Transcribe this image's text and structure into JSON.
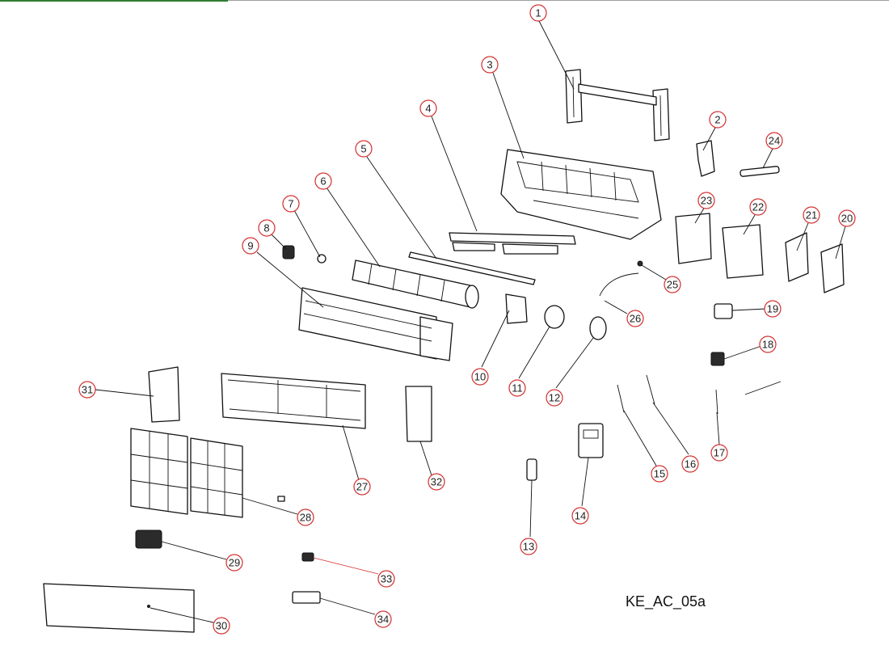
{
  "drawing_code": "KE_AC_05a",
  "colors": {
    "callout_ring": "#d32f2f",
    "line": "#111111",
    "top_accent": "#2e7d32"
  },
  "callouts": [
    {
      "label": "1"
    },
    {
      "label": "2"
    },
    {
      "label": "3"
    },
    {
      "label": "4"
    },
    {
      "label": "5"
    },
    {
      "label": "6"
    },
    {
      "label": "7"
    },
    {
      "label": "8"
    },
    {
      "label": "9"
    },
    {
      "label": "10"
    },
    {
      "label": "11"
    },
    {
      "label": "12"
    },
    {
      "label": "13"
    },
    {
      "label": "14"
    },
    {
      "label": "15"
    },
    {
      "label": "16"
    },
    {
      "label": "17"
    },
    {
      "label": "18"
    },
    {
      "label": "19"
    },
    {
      "label": "20"
    },
    {
      "label": "21"
    },
    {
      "label": "22"
    },
    {
      "label": "23"
    },
    {
      "label": "24"
    },
    {
      "label": "25"
    },
    {
      "label": "26"
    },
    {
      "label": "27"
    },
    {
      "label": "28"
    },
    {
      "label": "29"
    },
    {
      "label": "30"
    },
    {
      "label": "31"
    },
    {
      "label": "32"
    },
    {
      "label": "33"
    },
    {
      "label": "34"
    }
  ]
}
